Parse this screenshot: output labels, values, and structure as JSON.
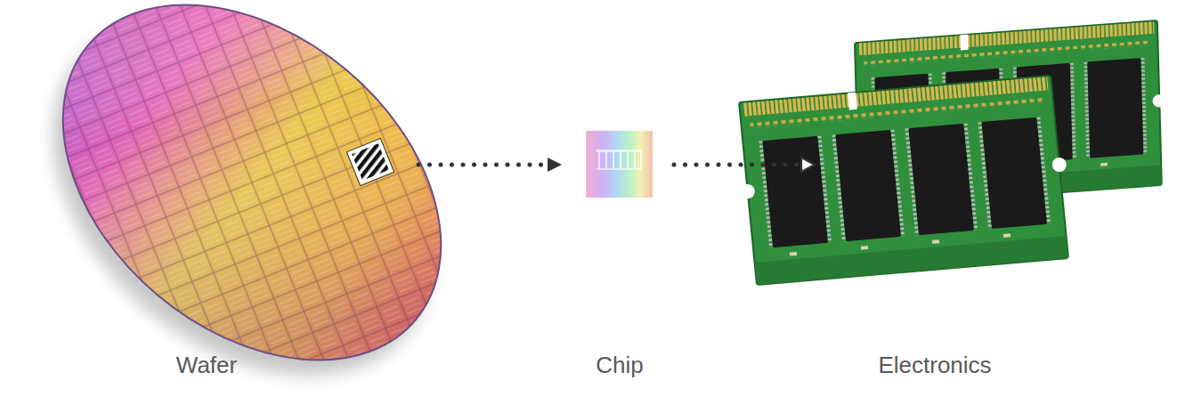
{
  "diagram": {
    "nodes": [
      {
        "text": [
          "Wafer"
        ]
      },
      {
        "text": [
          "Chip"
        ]
      },
      {
        "text": [
          "Electronics"
        ]
      }
    ],
    "edges": [
      {
        "from": 0,
        "to": 1,
        "arrow": "to"
      },
      {
        "from": 1,
        "to": 2,
        "arrow": "to"
      }
    ]
  }
}
